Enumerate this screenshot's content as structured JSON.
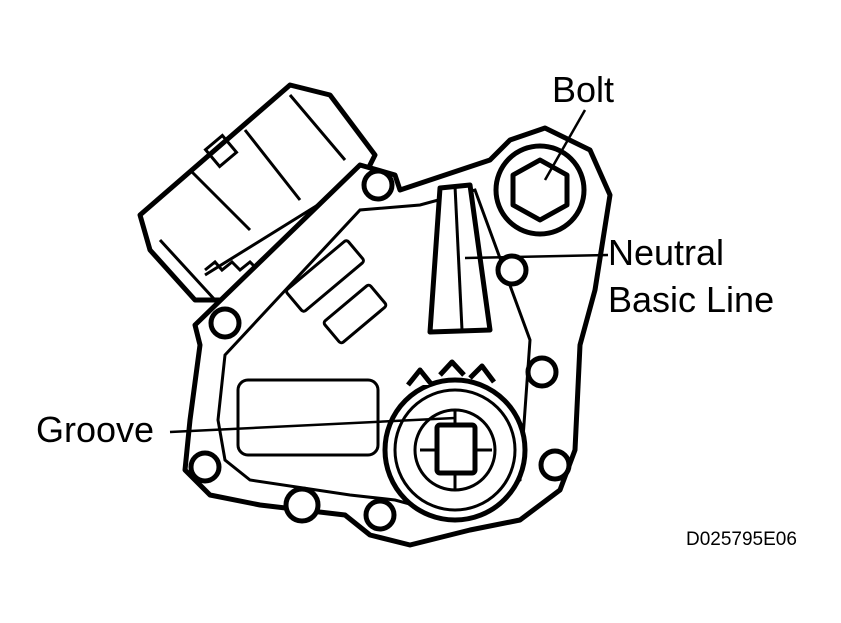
{
  "labels": {
    "bolt": "Bolt",
    "neutral_line1": "Neutral",
    "neutral_line2": "Basic Line",
    "groove": "Groove",
    "figure_code": "D025795E06"
  },
  "colors": {
    "ink": "#000000",
    "paper": "#ffffff"
  }
}
